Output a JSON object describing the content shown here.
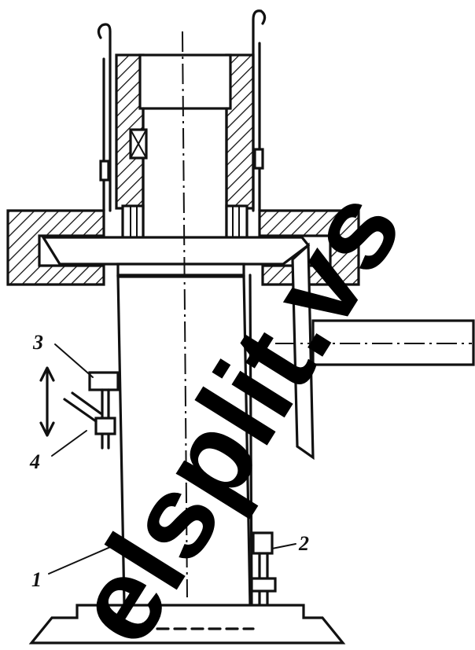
{
  "callouts": [
    {
      "label": "1"
    },
    {
      "label": "2"
    },
    {
      "label": "3"
    },
    {
      "label": "4"
    }
  ],
  "watermark": "elsplit.vs",
  "colors": {
    "ink": "#111111",
    "background": "#ffffff"
  }
}
